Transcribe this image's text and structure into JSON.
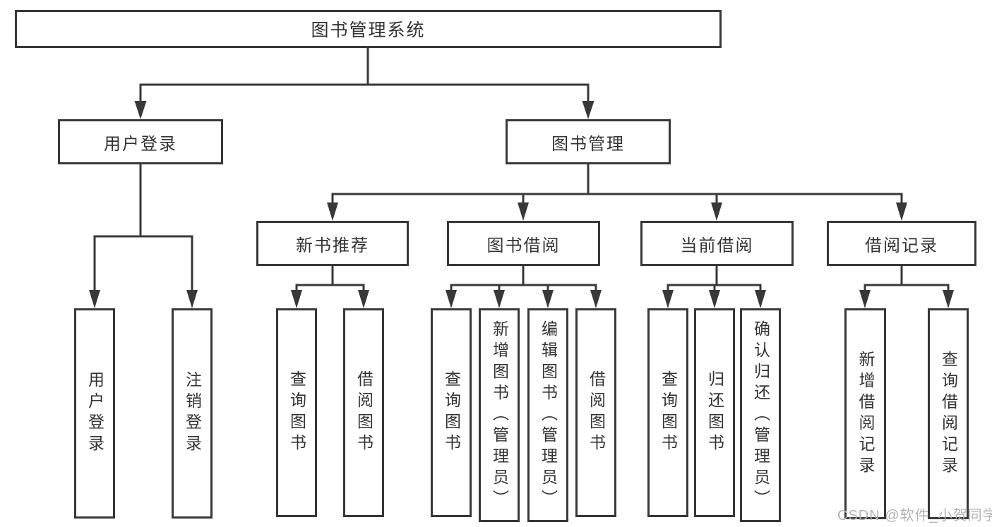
{
  "diagram": {
    "root": {
      "label": "图书管理系统"
    },
    "branches": {
      "user_login": {
        "label": "用户登录",
        "children": {
          "login": {
            "label": "用户登录"
          },
          "logout": {
            "label": "注销登录"
          }
        }
      },
      "book_mgmt": {
        "label": "图书管理",
        "children": {
          "new_book_rec": {
            "label": "新书推荐",
            "children": {
              "query": {
                "label": "查询图书"
              },
              "borrow": {
                "label": "借阅图书"
              }
            }
          },
          "book_borrow": {
            "label": "图书借阅",
            "children": {
              "query": {
                "label": "查询图书"
              },
              "add": {
                "label": "新增图书（管理员）"
              },
              "edit": {
                "label": "编辑图书（管理员）"
              },
              "borrow": {
                "label": "借阅图书"
              }
            }
          },
          "current_borrow": {
            "label": "当前借阅",
            "children": {
              "query": {
                "label": "查询图书"
              },
              "return": {
                "label": "归还图书"
              },
              "confirm": {
                "label": "确认归还（管理员）"
              }
            }
          },
          "borrow_records": {
            "label": "借阅记录",
            "children": {
              "add": {
                "label": "新增借阅记录"
              },
              "query": {
                "label": "查询借阅记录"
              }
            }
          }
        }
      }
    },
    "watermark": "CSDN @软件_小贺同学",
    "colors": {
      "line": "#383838",
      "text": "#333333",
      "watermark": "#b3b3b3",
      "background": "#ffffff"
    }
  }
}
